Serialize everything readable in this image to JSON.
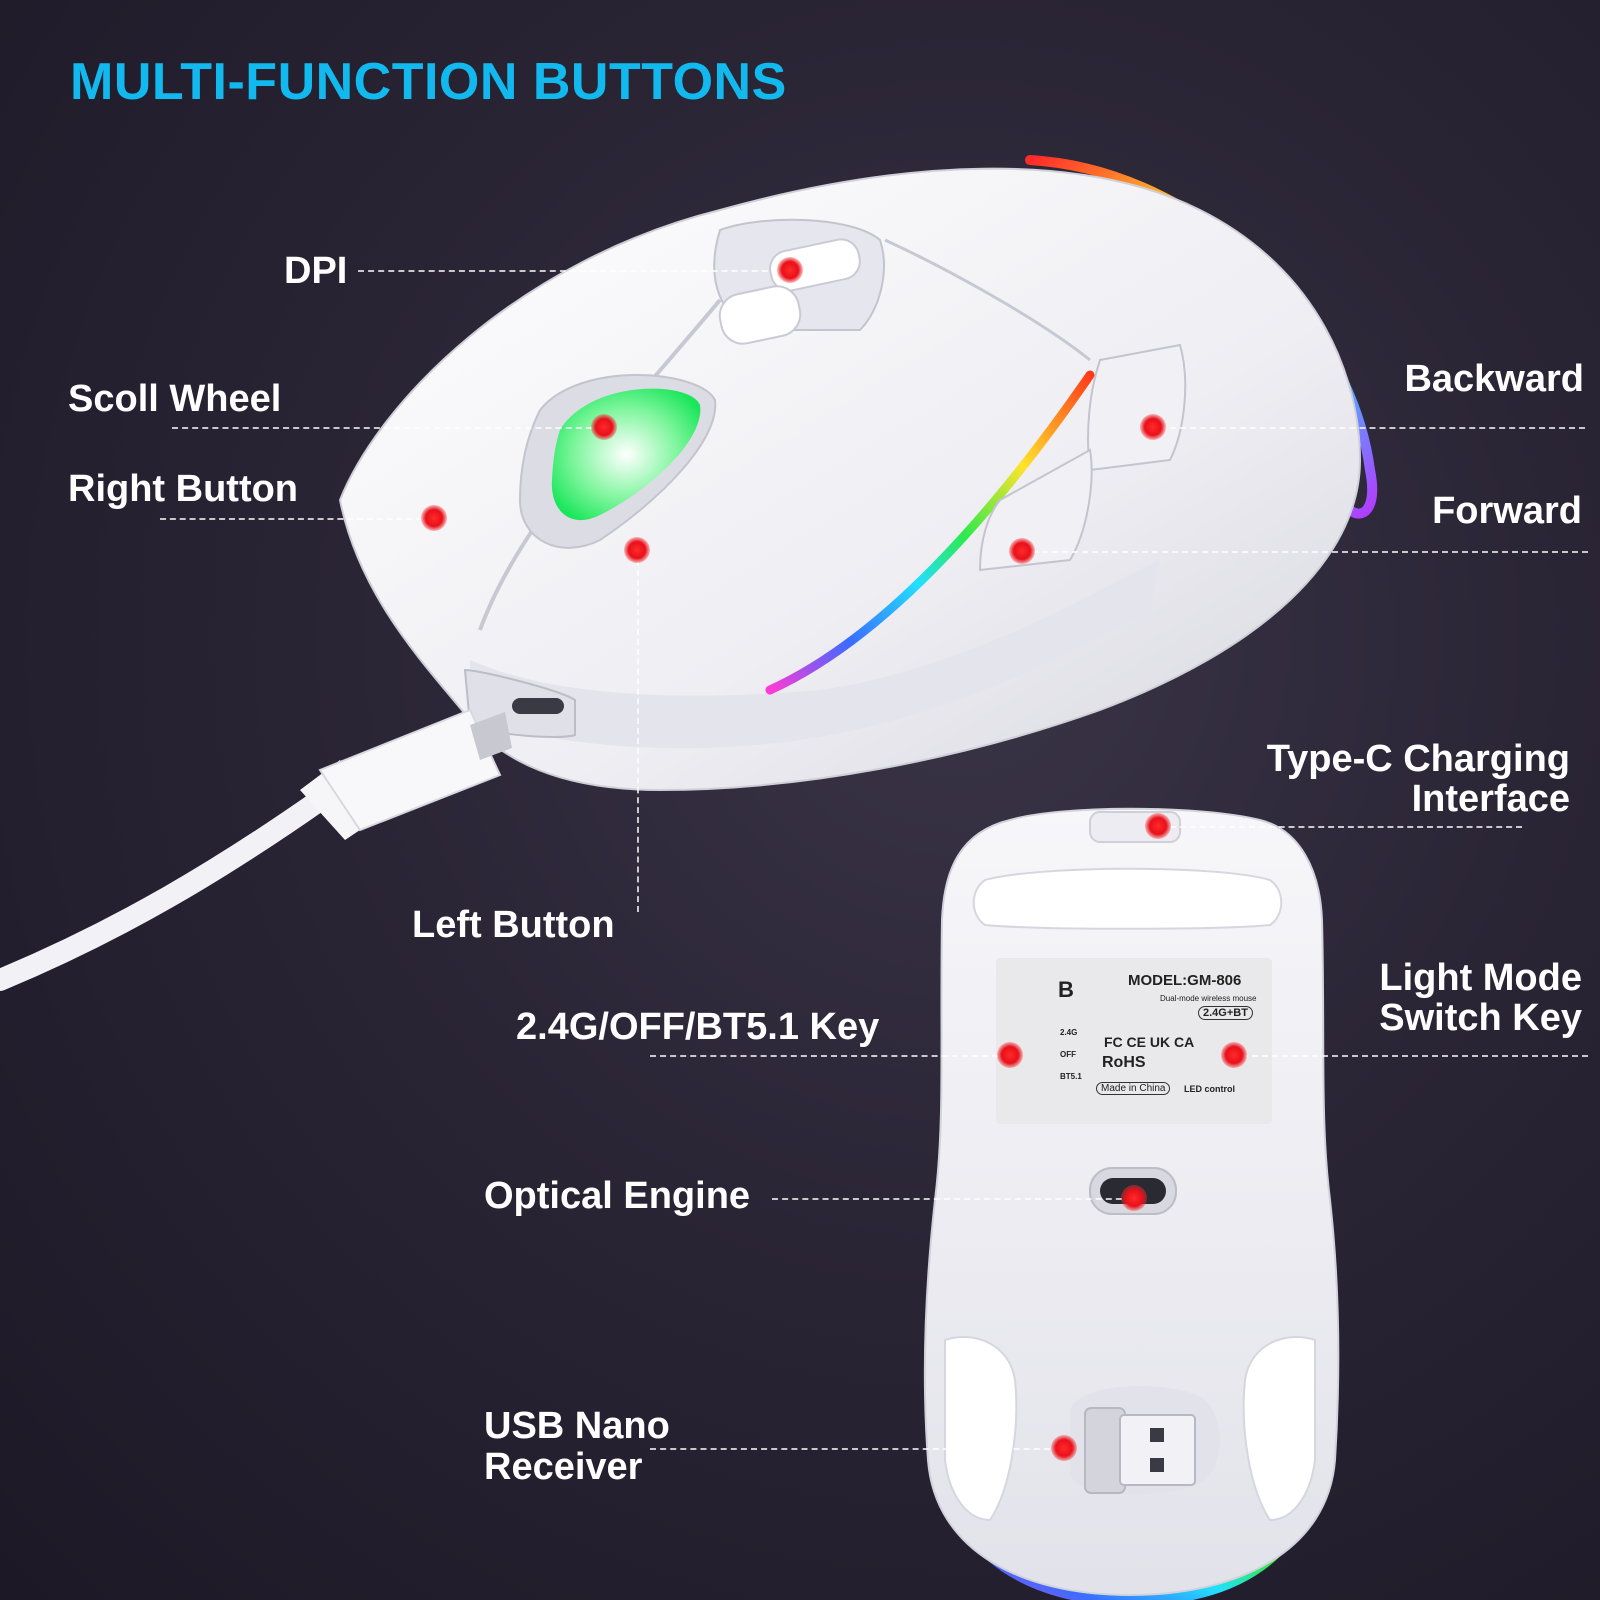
{
  "title": "MULTI-FUNCTION BUTTONS",
  "callouts": {
    "dpi": "DPI",
    "scroll_wheel": "Scoll Wheel",
    "right_button": "Right Button",
    "backward": "Backward",
    "forward": "Forward",
    "typec_line1": "Type-C Charging",
    "typec_line2": "Interface",
    "left_button": "Left Button",
    "mode_key": "2.4G/OFF/BT5.1 Key",
    "light_line1": "Light Mode",
    "light_line2": "Switch Key",
    "optical": "Optical Engine",
    "usb_line1": "USB Nano",
    "usb_line2": "Receiver"
  },
  "sticker": {
    "logo": "B",
    "model": "MODEL:GM-806",
    "subtitle": "Dual-mode wireless mouse",
    "mode": "2.4G+BT",
    "switch_24": "2.4G",
    "switch_off": "OFF",
    "switch_bt": "BT5.1",
    "certs": "FC CE UK CA",
    "rohs": "RoHS",
    "made_in": "Made in China",
    "led": "LED control"
  },
  "colors": {
    "title": "#12b9ee",
    "callout_dot": "#e8101a",
    "background": "#2a2535",
    "scroll_glow": "#19e65a"
  }
}
